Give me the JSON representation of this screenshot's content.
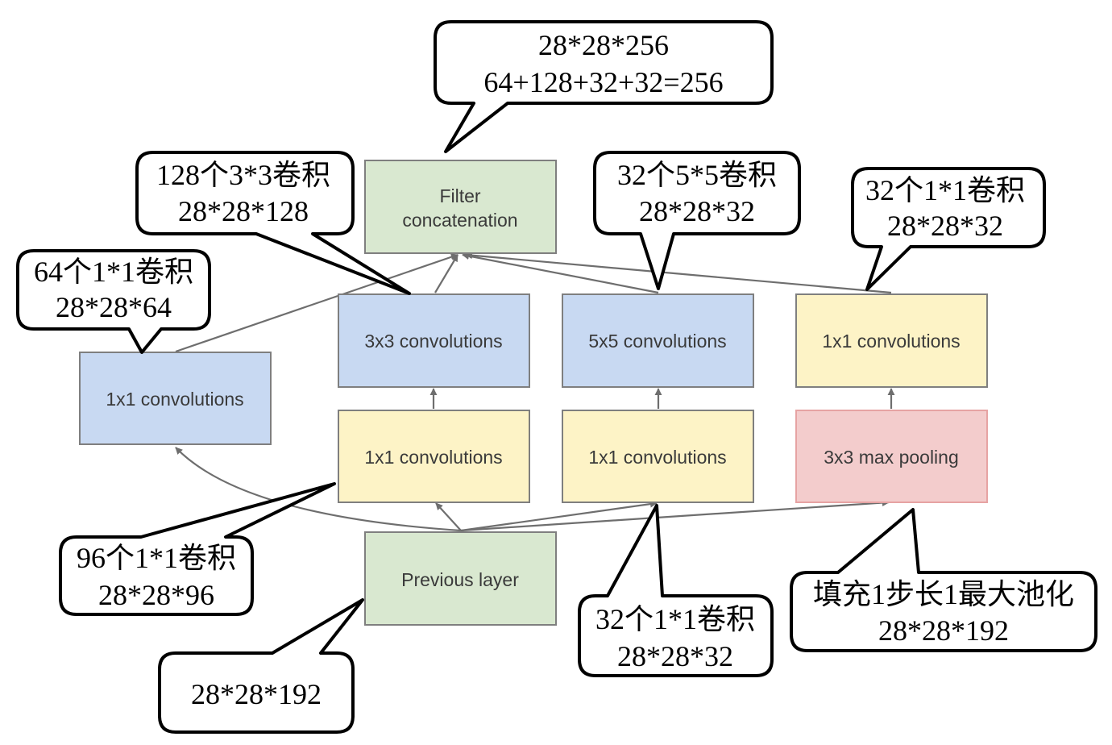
{
  "colors": {
    "green_box": "#d9e8d0",
    "blue_box": "#c8d9f2",
    "yellow_box": "#fdf3c6",
    "red_box": "#f3cccc",
    "box_border": "#7f7f7f",
    "arrow": "#6e6e6e",
    "callout_border": "#000000"
  },
  "boxes": {
    "filter_concat": [
      "Filter",
      "concatenation"
    ],
    "conv3x3": "3x3 convolutions",
    "conv5x5": "5x5 convolutions",
    "conv1x1_pool_proj": "1x1 convolutions",
    "conv1x1_left": "1x1 convolutions",
    "conv1x1_reduce3": "1x1 convolutions",
    "conv1x1_reduce5": "1x1 convolutions",
    "max_pool": "3x3 max pooling",
    "previous_layer": "Previous layer"
  },
  "callouts": {
    "concat_output": [
      "28*28*256",
      "64+128+32+32=256"
    ],
    "conv3x3_info": [
      "128个3*3卷积",
      "28*28*128"
    ],
    "conv5x5_info": [
      "32个5*5卷积",
      "28*28*32"
    ],
    "pool_proj_info": [
      "32个1*1卷积",
      "28*28*32"
    ],
    "conv1x1_left_info": [
      "64个1*1卷积",
      "28*28*64"
    ],
    "reduce3_info": [
      "96个1*1卷积",
      "28*28*96"
    ],
    "input_info": [
      "28*28*192"
    ],
    "reduce5_info": [
      "32个1*1卷积",
      "28*28*32"
    ],
    "pool_info": [
      "填充1步长1最大池化",
      "28*28*192"
    ]
  }
}
